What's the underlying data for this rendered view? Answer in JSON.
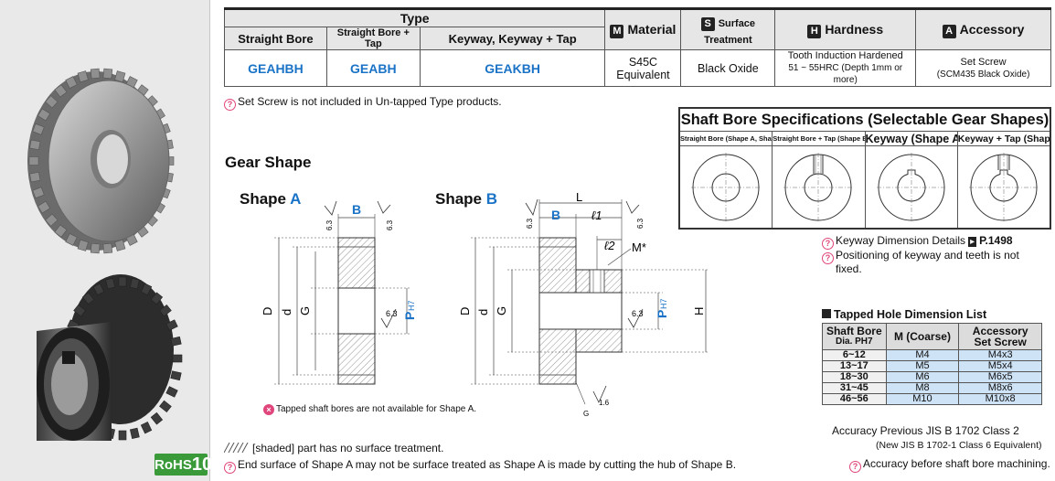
{
  "spec_table": {
    "type_header": "Type",
    "col_straight_bore": "Straight Bore",
    "col_straight_bore_tap": "Straight Bore + Tap",
    "col_keyway": "Keyway, Keyway + Tap",
    "material_badge": "M",
    "material_header": "Material",
    "surface_badge": "S",
    "surface_header": "Surface Treatment",
    "hardness_badge": "H",
    "hardness_header": "Hardness",
    "accessory_badge": "A",
    "accessory_header": "Accessory",
    "code_straight": "GEAHBH",
    "code_tap": "GEABH",
    "code_keyway": "GEAKBH",
    "material_value_1": "S45C",
    "material_value_2": "Equivalent",
    "surface_value": "Black Oxide",
    "hardness_value_1": "Tooth Induction Hardened",
    "hardness_value_2": "51 ~ 55HRC (Depth 1mm or more)",
    "accessory_value_1": "Set Screw",
    "accessory_value_2": "(SCM435 Black Oxide)"
  },
  "notes": {
    "set_screw": "Set Screw is not included in Un-tapped Type products.",
    "tapped_not_available": "Tapped shaft bores are not available for Shape A.",
    "shaded": "[shaded] part has no surface treatment.",
    "end_surface": "End surface of Shape A may not be surface treated as Shape A is made by cutting the hub of Shape B.",
    "keyway_details_prefix": "Keyway Dimension Details",
    "keyway_details_page": "P.1498",
    "positioning_1": "Positioning of keyway and teeth is not",
    "positioning_2": "fixed.",
    "accuracy_1": "Accuracy Previous JIS B 1702 Class 2",
    "accuracy_2": "(New JIS B 1702-1 Class 6 Equivalent)",
    "accuracy_3": "Accuracy before shaft bore machining."
  },
  "gear_shape": {
    "title": "Gear Shape",
    "shape_a_prefix": "Shape ",
    "shape_a_letter": "A",
    "shape_b_prefix": "Shape ",
    "shape_b_letter": "B",
    "dim_B": "B",
    "dim_L": "L",
    "dim_l1": "ℓ1",
    "dim_l2": "ℓ2",
    "dim_M": "M*",
    "dim_D": "D",
    "dim_d": "d",
    "dim_G": "G",
    "dim_P": "P",
    "dim_P_sub": "H7",
    "dim_H": "H",
    "rough_63": "6.3",
    "rough_16": "1.6",
    "g_label": "G"
  },
  "bore_specs": {
    "title": "Shaft Bore Specifications (Selectable Gear Shapes)",
    "heads": [
      "Straight Bore (Shape A, Shape B)",
      "Straight Bore + Tap (Shape B)",
      "Keyway (Shape A)",
      "Keyway + Tap (Shape B)"
    ]
  },
  "tapped_list": {
    "title": "Tapped Hole Dimension List",
    "h_bore_1": "Shaft Bore",
    "h_bore_2": "Dia. PH7",
    "h_m": "M (Coarse)",
    "h_acc_1": "Accessory",
    "h_acc_2": "Set Screw",
    "rows": [
      {
        "range": "6~12",
        "m": "M4",
        "screw": "M4x3"
      },
      {
        "range": "13~17",
        "m": "M5",
        "screw": "M5x4"
      },
      {
        "range": "18~30",
        "m": "M6",
        "screw": "M6x5"
      },
      {
        "range": "31~45",
        "m": "M8",
        "screw": "M8x6"
      },
      {
        "range": "46~56",
        "m": "M10",
        "screw": "M10x8"
      }
    ]
  },
  "rohs": {
    "prefix": "RoHS",
    "number": "10"
  },
  "colors": {
    "accent_blue": "#1a73c6",
    "note_pink": "#e0457b",
    "rohs_green": "#3a9a3a",
    "cell_blue": "#cfe3f6"
  }
}
